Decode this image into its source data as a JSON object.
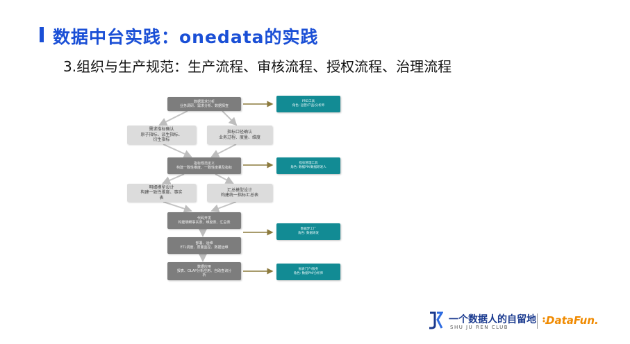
{
  "title": "数据中台实践：onedata的实践",
  "subtitle": "3.组织与生产规范：生产流程、审核流程、授权流程、治理流程",
  "flow": {
    "step1": {
      "line1": "数据需求分析",
      "line2": "业务调研、需求分析、数据探查"
    },
    "teal1": {
      "line1": "PRD工具",
      "line2": "角色: 运营/产品/分析师"
    },
    "left1": {
      "line1": "需求指标确认",
      "line2": "原子指标、派生指标、",
      "line3": "衍生指标"
    },
    "right1": {
      "line1": "指标口径确认",
      "line2": "业务过程、度量、维度"
    },
    "step2": {
      "line1": "指标规范定义",
      "line2": "构建一致性维度、一致性度量及指标"
    },
    "teal2": {
      "line1": "指标管理工具",
      "line2": "角色: 数据PM/数据研发人"
    },
    "left2": {
      "line1": "明细模型设计",
      "line2": "构建一致性维度、事实",
      "line3": "表"
    },
    "right2": {
      "line1": "汇总模型设计",
      "line2": "构建统一指标汇总表"
    },
    "step3": {
      "line1": "代码开发",
      "line2": "构建明细事实表、维度表、汇总表"
    },
    "teal3": {
      "line1": "数据梦工厂",
      "line2": "角色: 数据研发"
    },
    "step4": {
      "line1": "部署、运维",
      "line2": "ETL调度、质量监控、数据运维"
    },
    "step5": {
      "line1": "数据应用",
      "line2": "报表、OLAP分析应用、自助查询分",
      "line3": "析"
    },
    "teal4": {
      "line1": "报表门户/服务",
      "line2": "角色: 数据PM/分析师"
    }
  },
  "footer": {
    "brand_cn": "一个数据人的自留地",
    "brand_en": "SHU JU REN CLUB",
    "datafun": "DataFun."
  },
  "colors": {
    "accent": "#1a4fd6",
    "teal": "#128b94",
    "arrow": "#8c7a3c",
    "datafun": "#f08a00"
  }
}
